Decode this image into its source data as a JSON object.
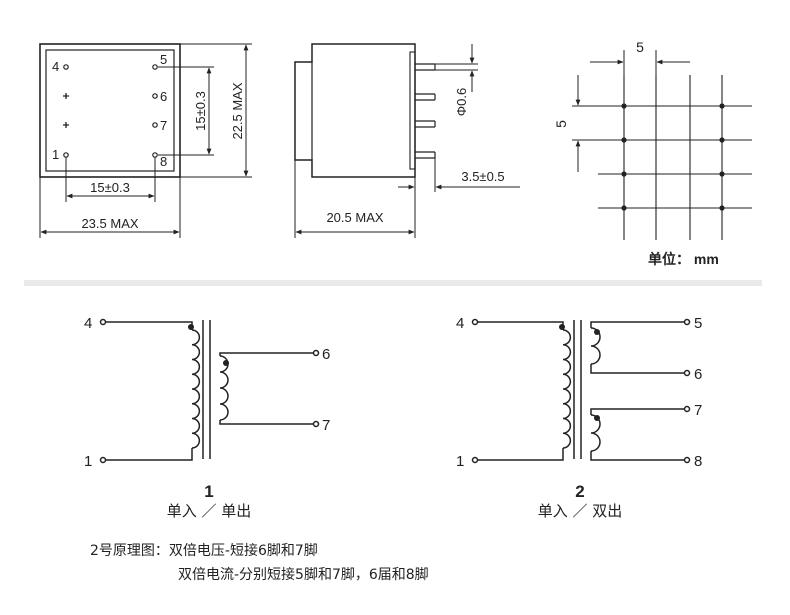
{
  "top_view": {
    "pins_left": [
      "4",
      "1"
    ],
    "pins_right": [
      "5",
      "6",
      "7",
      "8"
    ],
    "dim_pin_pitch_h": "15±0.3",
    "dim_pin_pitch_v": "15±0.3",
    "dim_height": "22.5 MAX",
    "dim_width": "23.5 MAX"
  },
  "side_view": {
    "dim_depth": "20.5 MAX",
    "dim_pin_length": "3.5±0.5",
    "dim_pin_diameter": "Φ0.6"
  },
  "grid": {
    "dim_h": "5",
    "dim_v": "5"
  },
  "units": "单位： mm",
  "schematic_1": {
    "number": "1",
    "caption": "单入 ／ 单出",
    "pins": {
      "top_left": "4",
      "bottom_left": "1",
      "right_top": "6",
      "right_bottom": "7"
    }
  },
  "schematic_2": {
    "number": "2",
    "caption": "单入 ／ 双出",
    "pins": {
      "top_left": "4",
      "bottom_left": "1",
      "r1": "5",
      "r2": "6",
      "r3": "7",
      "r4": "8"
    }
  },
  "notes": {
    "line1": "2号原理图：双倍电压-短接6脚和7脚",
    "line2": "双倍电流-分别短接5脚和7脚，6届和8脚"
  }
}
